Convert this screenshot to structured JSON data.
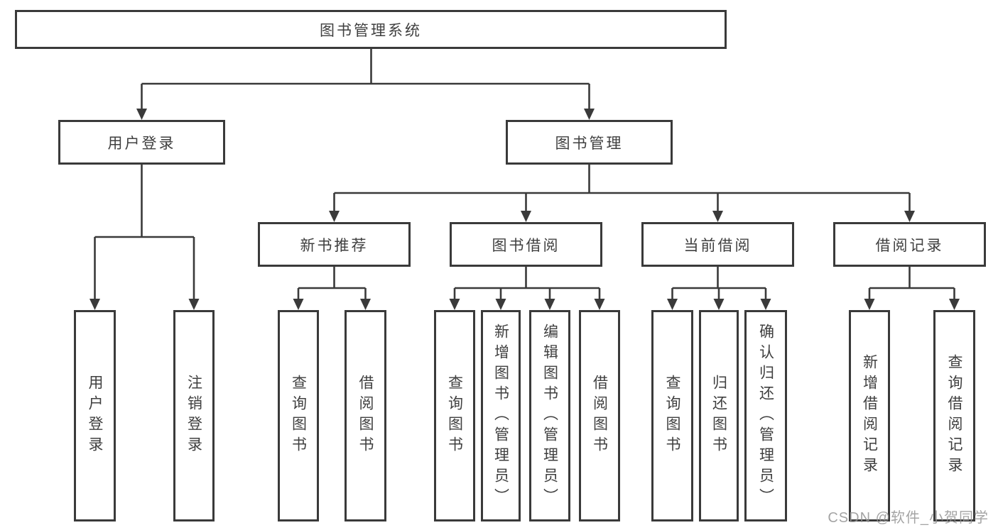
{
  "colors": {
    "line": "#3a3a3a",
    "node_text": "#3f3f3f",
    "background": "#ffffff",
    "watermark": "#949494"
  },
  "watermark": {
    "text": "CSDN @软件_小贺同学"
  },
  "tree": {
    "label": "图书管理系统",
    "children": [
      {
        "label": "用户登录",
        "children": [
          {
            "label": "用户登录"
          },
          {
            "label": "注销登录"
          }
        ]
      },
      {
        "label": "图书管理",
        "children": [
          {
            "label": "新书推荐",
            "children": [
              {
                "label": "查询图书"
              },
              {
                "label": "借阅图书"
              }
            ]
          },
          {
            "label": "图书借阅",
            "children": [
              {
                "label": "查询图书"
              },
              {
                "label": "新增图书（管理员）"
              },
              {
                "label": "编辑图书（管理员）"
              },
              {
                "label": "借阅图书"
              }
            ]
          },
          {
            "label": "当前借阅",
            "children": [
              {
                "label": "查询图书"
              },
              {
                "label": "归还图书"
              },
              {
                "label": "确认归还（管理员）"
              }
            ]
          },
          {
            "label": "借阅记录",
            "children": [
              {
                "label": "新增借阅记录"
              },
              {
                "label": "查询借阅记录"
              }
            ]
          }
        ]
      }
    ]
  }
}
